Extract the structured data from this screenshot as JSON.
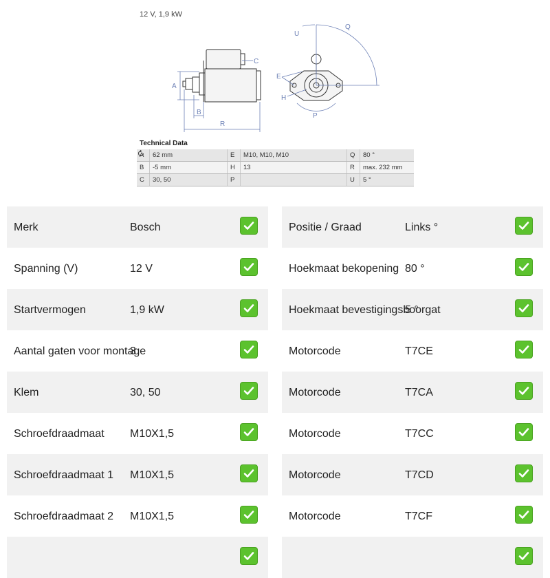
{
  "header": {
    "title": "12 V, 1,9 kW"
  },
  "diagram": {
    "letters": {
      "A": "A",
      "B": "B",
      "C": "C",
      "R": "R",
      "E": "E",
      "H": "H",
      "P": "P",
      "U": "U",
      "Q": "Q"
    }
  },
  "technical_data": {
    "title": "Technical Data",
    "rows": [
      [
        {
          "k": "A",
          "v": "62 mm"
        },
        {
          "k": "E",
          "v": "M10, M10, M10"
        },
        {
          "k": "Q",
          "v": "80 °"
        }
      ],
      [
        {
          "k": "B",
          "v": "-5 mm"
        },
        {
          "k": "H",
          "v": "13"
        },
        {
          "k": "R",
          "v": "max. 232 mm"
        }
      ],
      [
        {
          "k": "C",
          "v": "30, 50"
        },
        {
          "k": "P",
          "v": ""
        },
        {
          "k": "U",
          "v": "5 °"
        }
      ]
    ],
    "p_icon": "rotation-direction-icon"
  },
  "specs_left": [
    {
      "label": "Merk",
      "value": "Bosch"
    },
    {
      "label": "Spanning (V)",
      "value": "12 V"
    },
    {
      "label": "Startvermogen",
      "value": "1,9 kW"
    },
    {
      "label": "Aantal gaten voor montage",
      "value": "3"
    },
    {
      "label": "Klem",
      "value": "30, 50"
    },
    {
      "label": "Schroefdraadmaat",
      "value": "M10X1,5"
    },
    {
      "label": "Schroefdraadmaat 1",
      "value": "M10X1,5"
    },
    {
      "label": "Schroefdraadmaat 2",
      "value": "M10X1,5"
    },
    {
      "label": "",
      "value": ""
    }
  ],
  "specs_right": [
    {
      "label": "Positie / Graad",
      "value": "Links °"
    },
    {
      "label": "Hoekmaat bekopening",
      "value": "80 °"
    },
    {
      "label": "Hoekmaat bevestigingsboorgat",
      "value": "5 °"
    },
    {
      "label": "Motorcode",
      "value": "T7CE"
    },
    {
      "label": "Motorcode",
      "value": "T7CA"
    },
    {
      "label": "Motorcode",
      "value": "T7CC"
    },
    {
      "label": "Motorcode",
      "value": "T7CD"
    },
    {
      "label": "Motorcode",
      "value": "T7CF"
    },
    {
      "label": "",
      "value": ""
    }
  ],
  "check_icon": "check-mark-icon",
  "colors": {
    "check_green": "#5cc22e",
    "row_shade": "#f1f1f1",
    "dim_line": "#6b7fb5"
  }
}
